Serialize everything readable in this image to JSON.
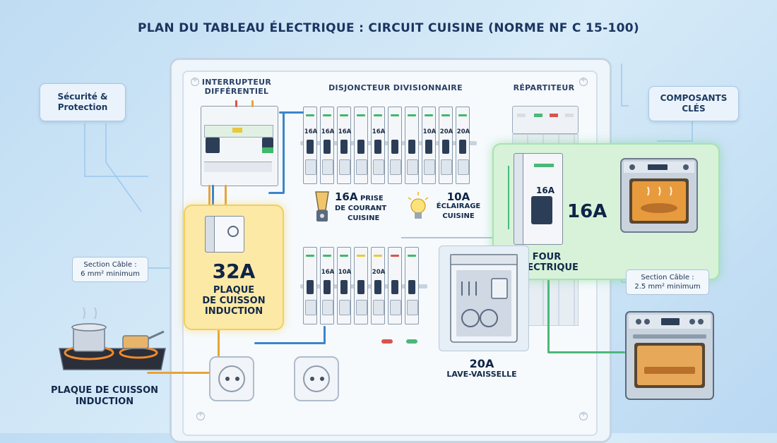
{
  "title": "PLAN DU TABLEAU ÉLECTRIQUE : CIRCUIT CUISINE (NORME NF C 15-100)",
  "sections": {
    "differential": [
      "INTERRUPTEUR",
      "DIFFÉRENTIEL"
    ],
    "divisional": "DISJONCTEUR DIVISIONNAIRE",
    "distributor": "RÉPARTITEUR"
  },
  "callouts": {
    "security": [
      "Sécurité &",
      "Protection"
    ],
    "components": [
      "COMPOSANTS",
      "CLÉS"
    ]
  },
  "notes": {
    "left": [
      "Section Câble :",
      "6 mm² minimum"
    ],
    "right": [
      "Section Câble :",
      "2.5 mm² minimum"
    ]
  },
  "top_row_ratings": [
    "16A",
    "16A",
    "16A",
    "",
    "16A",
    "",
    "",
    "10A",
    "20A",
    "20A"
  ],
  "bottom_row_ratings": [
    "",
    "16A",
    "10A",
    "",
    "20A",
    "",
    ""
  ],
  "circuits": {
    "socket": {
      "rating": "16A",
      "label": [
        "PRISE",
        "DE COURANT",
        "CUISINE"
      ]
    },
    "lighting": {
      "rating": "10A",
      "label": [
        "ÉCLAIRAGE",
        "CUISINE"
      ]
    },
    "induction": {
      "rating": "32A",
      "label": [
        "PLAQUE",
        "DE CUISSON",
        "INDUCTION"
      ]
    },
    "oven": {
      "rating": "16A",
      "label": [
        "FOUR",
        "ÉLECTRIQUE"
      ]
    },
    "dishwasher": {
      "rating": "20A",
      "label": "LAVE-VAISSELLE"
    }
  },
  "induction_bottom_label": [
    "PLAQUE DE CUISSON",
    "INDUCTION"
  ],
  "colors": {
    "induction_highlight": "#fde9a6",
    "oven_highlight": "#d7f2d9",
    "wire_blue": "#3a86c9",
    "wire_orange": "#e8a23a",
    "wire_green": "#4bb87a"
  },
  "icons": [
    "blender-icon",
    "light-bulb-icon",
    "cooktop-icon",
    "oven-icon",
    "dishwasher-icon",
    "stove-icon",
    "socket-icon"
  ]
}
